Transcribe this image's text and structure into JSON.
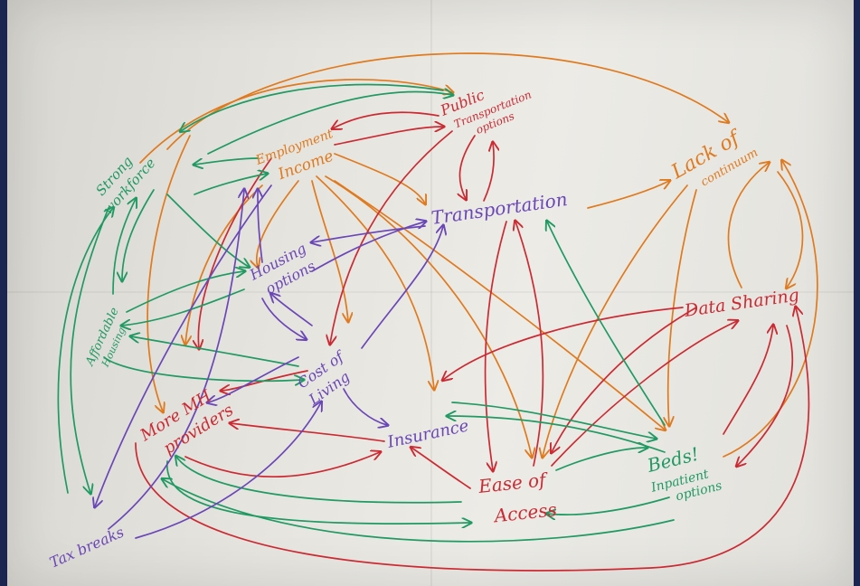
{
  "colors": {
    "red": "#cc2a33",
    "orange": "#e07a1e",
    "green": "#1f9a63",
    "purple": "#6a47b8",
    "paper": "#e6e4de",
    "background": "#1a2550"
  },
  "nodes": {
    "strong_workforce": {
      "line1": "Strong",
      "line2": "workforce",
      "color": "green"
    },
    "employment_income": {
      "line1": "Employment",
      "line2": "Income",
      "color": "orange"
    },
    "public_transportation": {
      "line1": "Public",
      "line2": "Transportation",
      "line3": "options",
      "color": "red"
    },
    "lack_of_continuum": {
      "line1": "Lack of",
      "line2": "continuum",
      "color": "orange"
    },
    "transportation": {
      "line1": "Transportation",
      "color": "purple"
    },
    "housing_options": {
      "line1": "Housing",
      "line2": "options",
      "color": "purple"
    },
    "affordable_housing": {
      "line1": "Affordable",
      "line2": "Housing",
      "color": "green"
    },
    "data_sharing": {
      "line1": "Data Sharing",
      "color": "red"
    },
    "cost_of_living": {
      "line1": "Cost of",
      "line2": "Living",
      "color": "purple"
    },
    "more_mh_providers": {
      "line1": "More MH",
      "line2": "providers",
      "color": "red"
    },
    "insurance": {
      "line1": "Insurance",
      "color": "purple"
    },
    "beds_inpatient": {
      "line1": "Beds!",
      "line2": "Inpatient",
      "line3": "options",
      "color": "green"
    },
    "ease_of_access": {
      "line1": "Ease of",
      "line2": "Access",
      "color": "red"
    },
    "tax_breaks": {
      "line1": "Tax breaks",
      "color": "purple"
    }
  }
}
